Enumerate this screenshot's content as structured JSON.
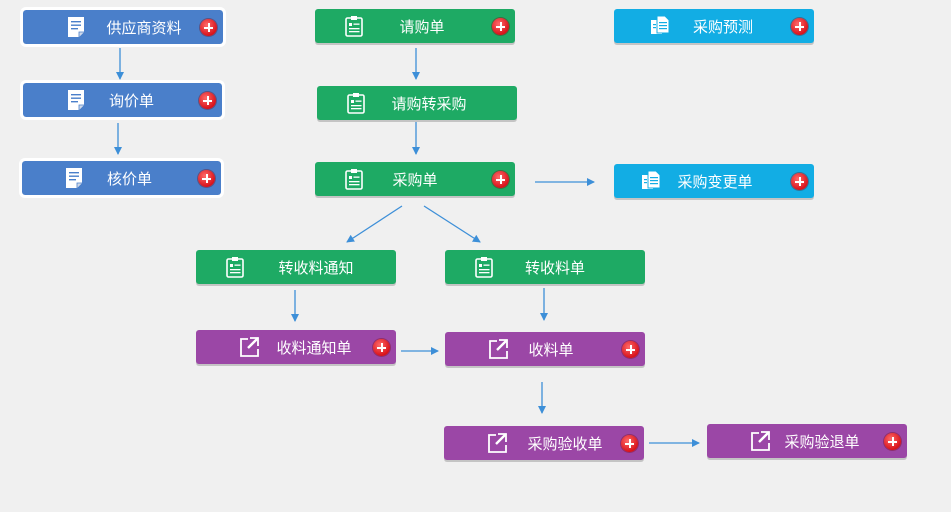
{
  "colors": {
    "blue": "#4a7fca",
    "green": "#1eaa64",
    "cyan": "#12ade4",
    "purple": "#9b47a6",
    "arrow": "#3d8fd8",
    "add": "#e21b23"
  },
  "nodes": {
    "supplier_info": {
      "label": "供应商资料",
      "icon": "document-icon"
    },
    "inquiry": {
      "label": "询价单",
      "icon": "document-icon"
    },
    "price_check": {
      "label": "核价单",
      "icon": "document-icon"
    },
    "purchase_request": {
      "label": "请购单",
      "icon": "clipboard-icon"
    },
    "request_to_purchase": {
      "label": "请购转采购",
      "icon": "clipboard-icon"
    },
    "purchase_order": {
      "label": "采购单",
      "icon": "clipboard-icon"
    },
    "purchase_forecast": {
      "label": "采购预测",
      "icon": "copy-documents-icon"
    },
    "purchase_change": {
      "label": "采购变更单",
      "icon": "copy-documents-icon"
    },
    "to_receipt_notice": {
      "label": "转收料通知",
      "icon": "clipboard-icon"
    },
    "to_receipt": {
      "label": "转收料单",
      "icon": "clipboard-icon"
    },
    "receipt_notice": {
      "label": "收料通知单",
      "icon": "external-link-icon"
    },
    "receipt": {
      "label": "收料单",
      "icon": "external-link-icon"
    },
    "purchase_inspection": {
      "label": "采购验收单",
      "icon": "external-link-icon"
    },
    "purchase_return": {
      "label": "采购验退单",
      "icon": "external-link-icon"
    }
  }
}
